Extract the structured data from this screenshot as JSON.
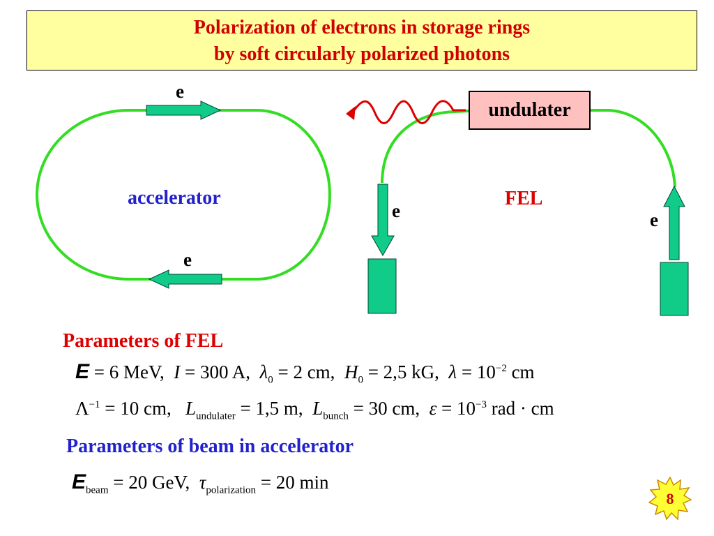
{
  "title": {
    "line1": "Polarization of electrons in storage rings",
    "line2": "by soft circularly polarized photons"
  },
  "diagram": {
    "accelerator_label": "accelerator",
    "fel_label": "FEL",
    "undulater_label": "undulater",
    "electron_label": "e",
    "colors": {
      "track": "#33dd22",
      "arrow_fill": "#11cc88",
      "photon_wave": "#dd0000",
      "accelerator_text": "#2222cc",
      "fel_text": "#dd0000"
    }
  },
  "fel_params": {
    "heading": "Parameters of  FEL",
    "E_sym": "E",
    "E_val": " = 6 MeV,",
    "I_sym": "I",
    "I_val": " = 300 A,",
    "lambda0_sym": "λ",
    "lambda0_sub": "0",
    "lambda0_val": " = 2 cm,",
    "H0_sym": "H",
    "H0_sub": "0",
    "H0_val": " = 2,5 kG,",
    "lambda_sym": "λ",
    "lambda_val": " = 10",
    "lambda_exp": "−2",
    "lambda_unit": " cm",
    "Lambda_sym": "Λ",
    "Lambda_exp": "−1",
    "Lambda_val": " = 10 cm,",
    "Lund_sym": "L",
    "Lund_sub": "undulater",
    "Lund_val": " = 1,5 m,",
    "Lbunch_sym": "L",
    "Lbunch_sub": "bunch",
    "Lbunch_val": " = 30 cm,",
    "eps_sym": "ε",
    "eps_val": " = 10",
    "eps_exp": "−3",
    "eps_unit": " rad · cm"
  },
  "beam_params": {
    "heading": "Parameters of beam in  accelerator",
    "Ebeam_sym": "E",
    "Ebeam_sub": "beam",
    "Ebeam_val": " = 20 GeV,",
    "tau_sym": "τ",
    "tau_sub": "polarization",
    "tau_val": " = 20 min"
  },
  "page_number": "8"
}
